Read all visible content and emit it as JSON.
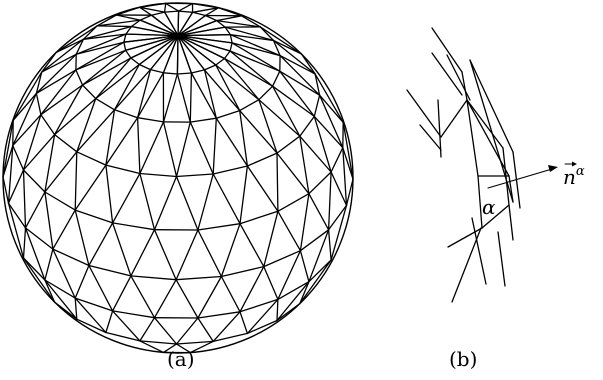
{
  "figure": {
    "panels": [
      {
        "id": "a",
        "caption": "(a)",
        "mesh": {
          "latitude_rings": 10,
          "meridians": 24
        }
      },
      {
        "id": "b",
        "caption": "(b)",
        "vertex_label": "α",
        "normal_label_base": "n",
        "normal_label_sup": "α"
      }
    ],
    "colors": {
      "ink": "#000000",
      "background": "#ffffff"
    }
  }
}
